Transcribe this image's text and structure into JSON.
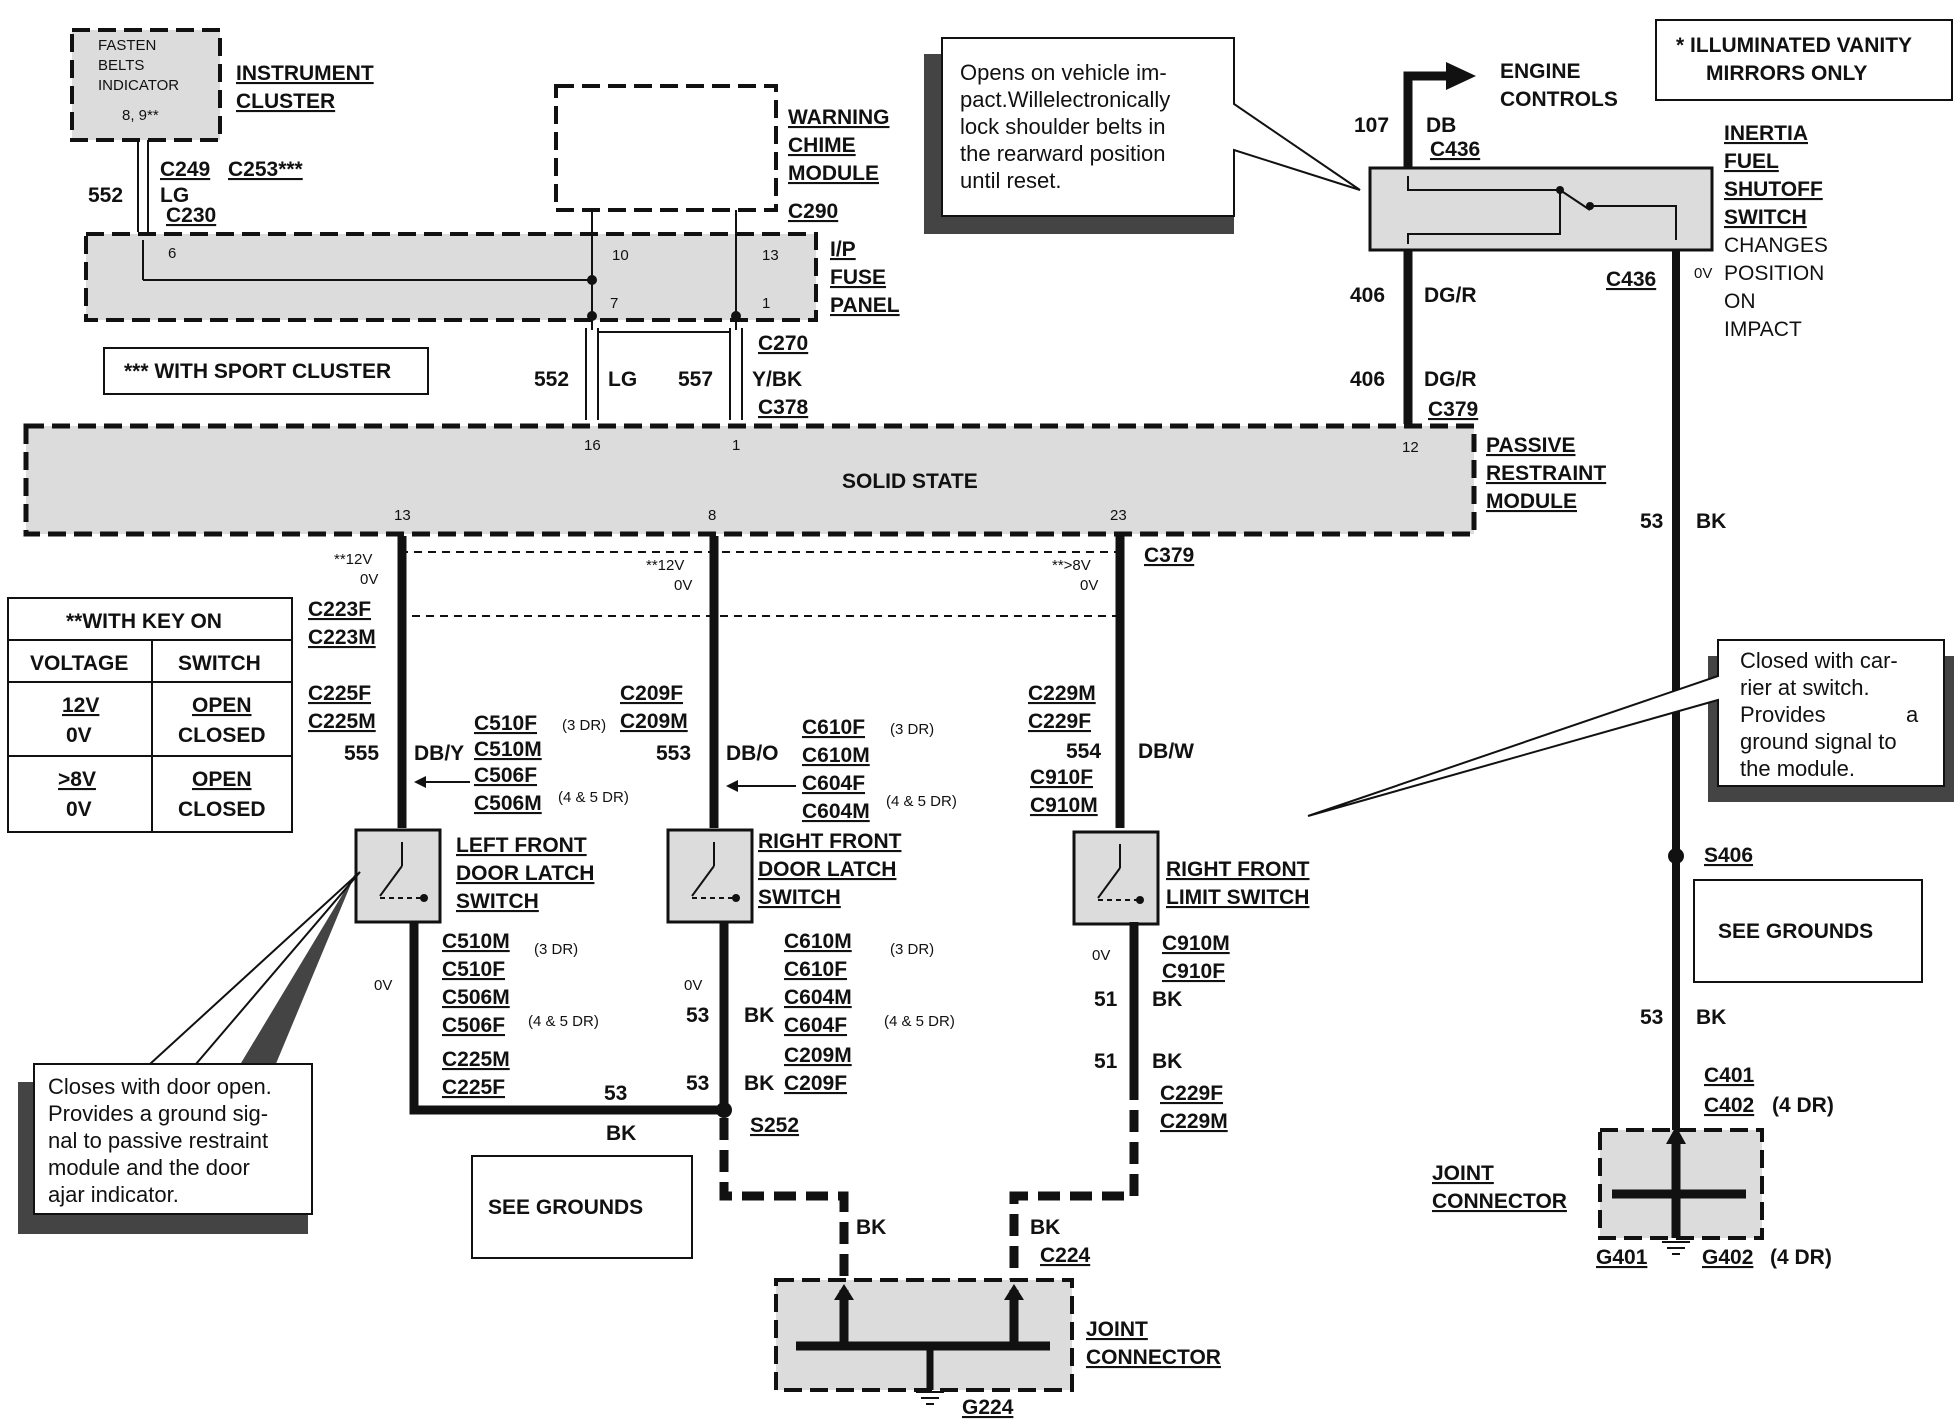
{
  "instrument_cluster": {
    "label_line1": "INSTRUMENT",
    "label_line2": "CLUSTER",
    "indicator_line1": "FASTEN",
    "indicator_line2": "BELTS",
    "indicator_line3": "INDICATOR",
    "indicator_pins": "8, 9**",
    "pin": "6"
  },
  "cluster_wire": {
    "circuit": "552",
    "color": "LG",
    "conn_a": "C249",
    "conn_b": "C253***",
    "conn_c": "C230"
  },
  "warning_chime": {
    "line1": "WARNING",
    "line2": "CHIME",
    "line3": "MODULE",
    "connector": "C290"
  },
  "fuse_panel": {
    "line1": "I/P",
    "line2": "FUSE",
    "line3": "PANEL",
    "pin_10": "10",
    "pin_13": "13",
    "pin_7": "7",
    "pin_1": "1",
    "connector": "C270"
  },
  "sport_note": "*** WITH SPORT CLUSTER",
  "fuse_wires": {
    "left_circuit": "552",
    "left_color": "LG",
    "right_circuit": "557",
    "right_color": "Y/BK",
    "connector": "C378"
  },
  "vehicle_note": {
    "line1": "Opens on vehicle im-",
    "line2": "pact.Willelectronically",
    "line3": "lock shoulder belts in",
    "line4": "the rearward position",
    "line5": "until reset."
  },
  "vanity_note": {
    "line1": "* ILLUMINATED VANITY",
    "line2": "MIRRORS ONLY"
  },
  "engine": {
    "line1": "ENGINE",
    "line2": "CONTROLS",
    "circuit": "107",
    "color": "DB",
    "connector": "C436"
  },
  "inertia": {
    "line1": "INERTIA",
    "line2": "FUEL",
    "line3": "SHUTOFF",
    "line4": "SWITCH",
    "line5": "CHANGES",
    "line6": "POSITION",
    "line7": "ON",
    "line8": "IMPACT",
    "connector": "C436",
    "voltage": "0V"
  },
  "dgr_wire": {
    "circuit_a": "406",
    "color_a": "DG/R",
    "circuit_b": "406",
    "color_b": "DG/R",
    "connector": "C379"
  },
  "module": {
    "title": "SOLID STATE",
    "line1": "PASSIVE",
    "line2": "RESTRAINT",
    "line3": "MODULE",
    "pin_16": "16",
    "pin_1": "1",
    "pin_12": "12",
    "pin_13": "13",
    "pin_8": "8",
    "pin_23": "23",
    "connector": "C379"
  },
  "bk_right": {
    "circuit": "53",
    "color": "BK"
  },
  "key_table": {
    "title": "**WITH KEY ON",
    "headers": [
      "VOLTAGE",
      "SWITCH"
    ],
    "rows": [
      {
        "voltage": "12V",
        "voltage2": "0V",
        "switch": "OPEN",
        "switch2": "CLOSED"
      },
      {
        "voltage": ">8V",
        "voltage2": "0V",
        "switch": "OPEN",
        "switch2": "CLOSED"
      }
    ]
  },
  "left_circuit": {
    "volt_hi": "**12V",
    "volt_lo": "0V",
    "c1": "C223F",
    "c2": "C223M",
    "c3": "C225F",
    "c4": "C225M",
    "circuit": "555",
    "color": "DB/Y",
    "c5": "C510F",
    "c6": "C510M",
    "c7": "C506F",
    "c8": "C506M",
    "dr3": "(3 DR)",
    "dr45": "(4 & 5 DR)"
  },
  "mid_circuit": {
    "volt_hi": "**12V",
    "volt_lo": "0V",
    "c1": "C209F",
    "c2": "C209M",
    "circuit": "553",
    "color": "DB/O",
    "c5": "C610F",
    "c6": "C610M",
    "c7": "C604F",
    "c8": "C604M",
    "dr3": "(3 DR)",
    "dr45": "(4 & 5 DR)"
  },
  "right_circuit": {
    "volt_hi": "**>8V",
    "volt_lo": "0V",
    "connector": "C379",
    "c1": "C229M",
    "c2": "C229F",
    "circuit": "554",
    "color": "DB/W",
    "c3": "C910F",
    "c4": "C910M"
  },
  "switches": {
    "left": {
      "line1": "LEFT FRONT",
      "line2": "DOOR LATCH",
      "line3": "SWITCH"
    },
    "mid": {
      "line1": "RIGHT FRONT",
      "line2": "DOOR LATCH",
      "line3": "SWITCH"
    },
    "right": {
      "line1": "RIGHT FRONT",
      "line2": "LIMIT SWITCH"
    }
  },
  "left_lower": {
    "c1": "C510M",
    "c2": "C510F",
    "c3": "C506M",
    "c4": "C506F",
    "dr3": "(3 DR)",
    "dr45": "(4 & 5 DR)",
    "volt": "0V",
    "c5": "C225M",
    "c6": "C225F",
    "circuit": "53",
    "color": "BK"
  },
  "mid_lower": {
    "c1": "C610M",
    "c2": "C610F",
    "c3": "C604M",
    "c4": "C604F",
    "dr3": "(3 DR)",
    "dr45": "(4 & 5 DR)",
    "volt": "0V",
    "circuit_a": "53",
    "color_a": "BK",
    "circuit_b": "53",
    "color_b": "BK",
    "c5": "C209M",
    "c6": "C209F",
    "splice": "S252"
  },
  "right_lower": {
    "c1": "C910M",
    "c2": "C910F",
    "volt": "0V",
    "circuit_a": "51",
    "color_a": "BK",
    "circuit_b": "51",
    "color_b": "BK",
    "c3": "C229F",
    "c4": "C229M"
  },
  "closes_note": {
    "line1": "Closes with door open.",
    "line2": "Provides a ground sig-",
    "line3": "nal to passive restraint",
    "line4": "module and the door",
    "line5": "ajar indicator."
  },
  "closed_note": {
    "line1": "Closed with car-",
    "line2": "rier at switch.",
    "line3a": "Provides",
    "line3b": "a",
    "line4": "ground signal to",
    "line5": "the module."
  },
  "see_grounds_left": "SEE GROUNDS",
  "see_grounds_right": "SEE GROUNDS",
  "bottom_center": {
    "color_a": "BK",
    "color_b": "BK",
    "connector": "C224",
    "line1": "JOINT",
    "line2": "CONNECTOR",
    "ground": "G224"
  },
  "right_bottom": {
    "splice": "S406",
    "circuit": "53",
    "color": "BK",
    "c1": "C401",
    "c2": "C402",
    "dr": "(4 DR)",
    "line1": "JOINT",
    "line2": "CONNECTOR",
    "g1": "G401",
    "g2": "G402",
    "g2_dr": "(4 DR)"
  }
}
